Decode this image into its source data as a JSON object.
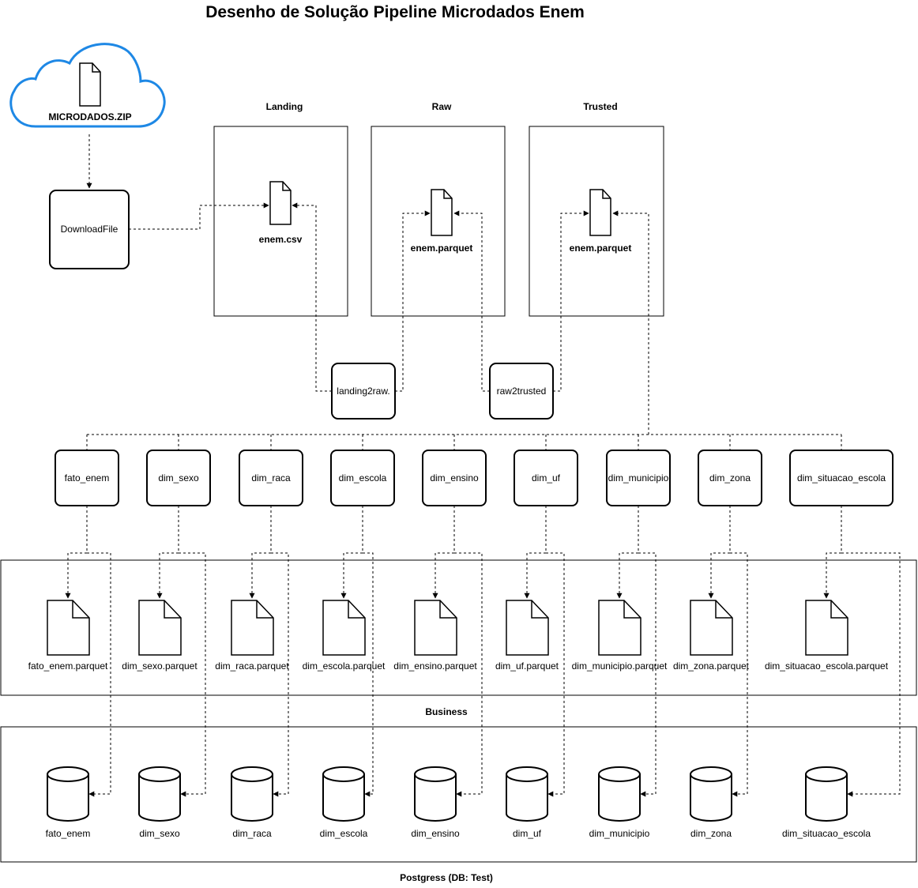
{
  "title": "Desenho de Solução Pipeline Microdados Enem",
  "source": {
    "label": "MICRODADOS.ZIP"
  },
  "download": {
    "label": "DownloadFile"
  },
  "zones": [
    {
      "title": "Landing",
      "file": "enem.csv"
    },
    {
      "title": "Raw",
      "file": "enem.parquet"
    },
    {
      "title": "Trusted",
      "file": "enem.parquet"
    }
  ],
  "transforms": [
    {
      "label": "landing2raw."
    },
    {
      "label": "raw2trusted"
    }
  ],
  "tables": [
    {
      "job": "fato_enem",
      "parquet": "fato_enem.parquet",
      "db": "fato_enem"
    },
    {
      "job": "dim_sexo",
      "parquet": "dim_sexo.parquet",
      "db": "dim_sexo"
    },
    {
      "job": "dim_raca",
      "parquet": "dim_raca.parquet",
      "db": "dim_raca"
    },
    {
      "job": "dim_escola",
      "parquet": "dim_escola.parquet",
      "db": "dim_escola"
    },
    {
      "job": "dim_ensino",
      "parquet": "dim_ensino.parquet",
      "db": "dim_ensino"
    },
    {
      "job": "dim_uf",
      "parquet": "dim_uf.parquet",
      "db": "dim_uf"
    },
    {
      "job": "dim_municipio",
      "parquet": "dim_municipio.parquet",
      "db": "dim_municipio"
    },
    {
      "job": "dim_zona",
      "parquet": "dim_zona.parquet",
      "db": "dim_zona"
    },
    {
      "job": "dim_situacao_escola",
      "parquet": "dim_situacao_escola.parquet",
      "db": "dim_situacao_escola"
    }
  ],
  "business": {
    "label": "Business"
  },
  "postgres": {
    "label": "Postgress (DB: Test)"
  }
}
